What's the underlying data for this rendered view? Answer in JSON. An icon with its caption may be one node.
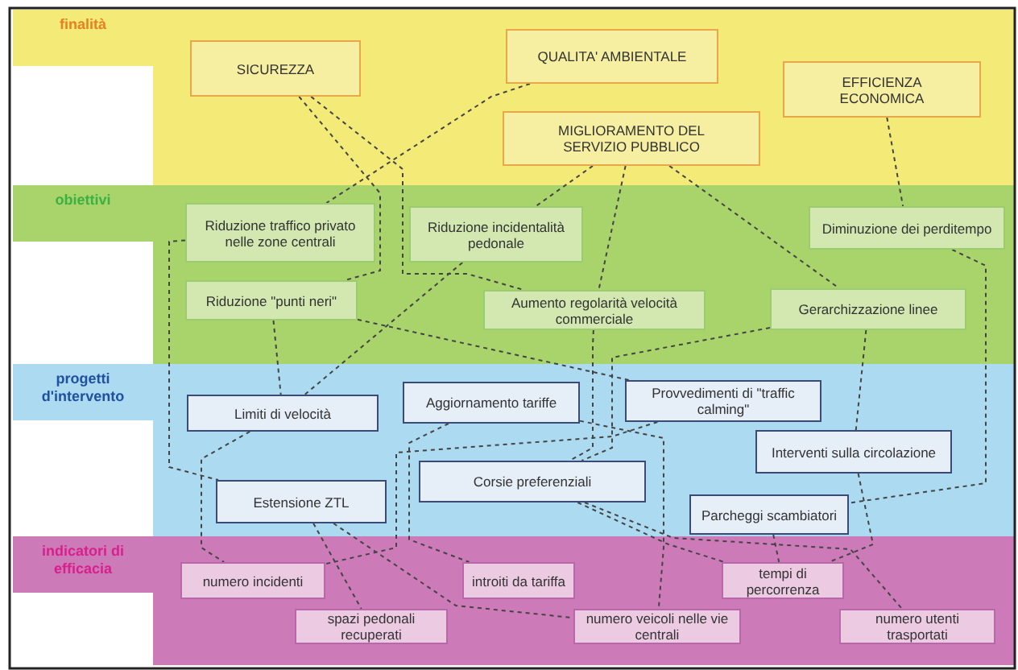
{
  "diagram": {
    "nodes": [
      {
        "text": [
          "finalità"
        ]
      },
      {
        "text": [
          "SICUREZZA"
        ],
        "in": 0
      },
      {
        "text": [
          "QUALITA' AMBIENTALE"
        ],
        "in": 0
      },
      {
        "text": [
          "EFFICIENZA ECONOMICA"
        ],
        "in": 0
      },
      {
        "text": [
          "MIGLIORAMENTO DEL SERVIZIO PUBBLICO"
        ],
        "in": 0
      },
      {
        "text": [
          "obiettivi"
        ]
      },
      {
        "text": [
          "Riduzione traffico privato nelle zone centrali"
        ],
        "in": 5
      },
      {
        "text": [
          "Riduzione incidentalità pedonale"
        ],
        "in": 5
      },
      {
        "text": [
          "Diminuzione dei perditempo"
        ],
        "in": 5
      },
      {
        "text": [
          "Riduzione \"punti neri\""
        ],
        "in": 5
      },
      {
        "text": [
          "Aumento regolarità velocità commerciale"
        ],
        "in": 5
      },
      {
        "text": [
          "Gerarchizzazione linee"
        ],
        "in": 5
      },
      {
        "text": [
          "progetti d'intervento"
        ]
      },
      {
        "text": [
          "Limiti di velocità"
        ],
        "in": 12
      },
      {
        "text": [
          "Aggiornamento tariffe"
        ],
        "in": 12
      },
      {
        "text": [
          "Provvedimenti di \"traffic calming\""
        ],
        "in": 12
      },
      {
        "text": [
          "Interventi sulla circolazione"
        ],
        "in": 12
      },
      {
        "text": [
          "Estensione ZTL"
        ],
        "in": 12
      },
      {
        "text": [
          "Corsie preferenziali"
        ],
        "in": 12
      },
      {
        "text": [
          "Parcheggi scambiatori"
        ],
        "in": 12
      },
      {
        "text": [
          "indicatori di efficacia"
        ]
      },
      {
        "text": [
          "numero incidenti"
        ],
        "in": 20
      },
      {
        "text": [
          "introiti da tariffa"
        ],
        "in": 20
      },
      {
        "text": [
          "tempi di percorrenza"
        ],
        "in": 20
      },
      {
        "text": [
          "spazi pedonali recuperati"
        ],
        "in": 20
      },
      {
        "text": [
          "numero veicoli nelle vie centrali"
        ],
        "in": 20
      },
      {
        "text": [
          "numero utenti trasportati"
        ],
        "in": 20
      }
    ],
    "edges": [
      {
        "from": 1,
        "to": 9,
        "arrow": "none",
        "style": "dashed"
      },
      {
        "from": 1,
        "to": 10,
        "arrow": "none",
        "style": "dashed"
      },
      {
        "from": 2,
        "to": 6,
        "arrow": "none",
        "style": "dashed"
      },
      {
        "from": 4,
        "to": 7,
        "arrow": "none",
        "style": "dashed"
      },
      {
        "from": 4,
        "to": 10,
        "arrow": "none",
        "style": "dashed"
      },
      {
        "from": 4,
        "to": 11,
        "arrow": "none",
        "style": "dashed"
      },
      {
        "from": 3,
        "to": 8,
        "arrow": "none",
        "style": "dashed"
      },
      {
        "from": 6,
        "to": 17,
        "arrow": "none",
        "style": "dashed"
      },
      {
        "from": 9,
        "to": 13,
        "arrow": "none",
        "style": "dashed"
      },
      {
        "from": 7,
        "to": 13,
        "arrow": "none",
        "style": "dashed"
      },
      {
        "from": 9,
        "to": 15,
        "arrow": "none",
        "style": "dashed"
      },
      {
        "from": 10,
        "to": 18,
        "arrow": "none",
        "style": "dashed"
      },
      {
        "from": 8,
        "to": 19,
        "arrow": "none",
        "style": "dashed"
      },
      {
        "from": 11,
        "to": 18,
        "arrow": "none",
        "style": "dashed"
      },
      {
        "from": 11,
        "to": 16,
        "arrow": "none",
        "style": "dashed"
      },
      {
        "from": 13,
        "to": 21,
        "arrow": "none",
        "style": "dashed"
      },
      {
        "from": 17,
        "to": 24,
        "arrow": "none",
        "style": "dashed"
      },
      {
        "from": 17,
        "to": 25,
        "arrow": "none",
        "style": "dashed"
      },
      {
        "from": 14,
        "to": 22,
        "arrow": "none",
        "style": "dashed"
      },
      {
        "from": 14,
        "to": 25,
        "arrow": "none",
        "style": "dashed"
      },
      {
        "from": 18,
        "to": 23,
        "arrow": "none",
        "style": "dashed"
      },
      {
        "from": 18,
        "to": 26,
        "arrow": "none",
        "style": "dashed"
      },
      {
        "from": 15,
        "to": 21,
        "arrow": "none",
        "style": "dashed"
      },
      {
        "from": 19,
        "to": 23,
        "arrow": "none",
        "style": "dashed"
      },
      {
        "from": 16,
        "to": 23,
        "arrow": "none",
        "style": "dashed"
      }
    ]
  }
}
